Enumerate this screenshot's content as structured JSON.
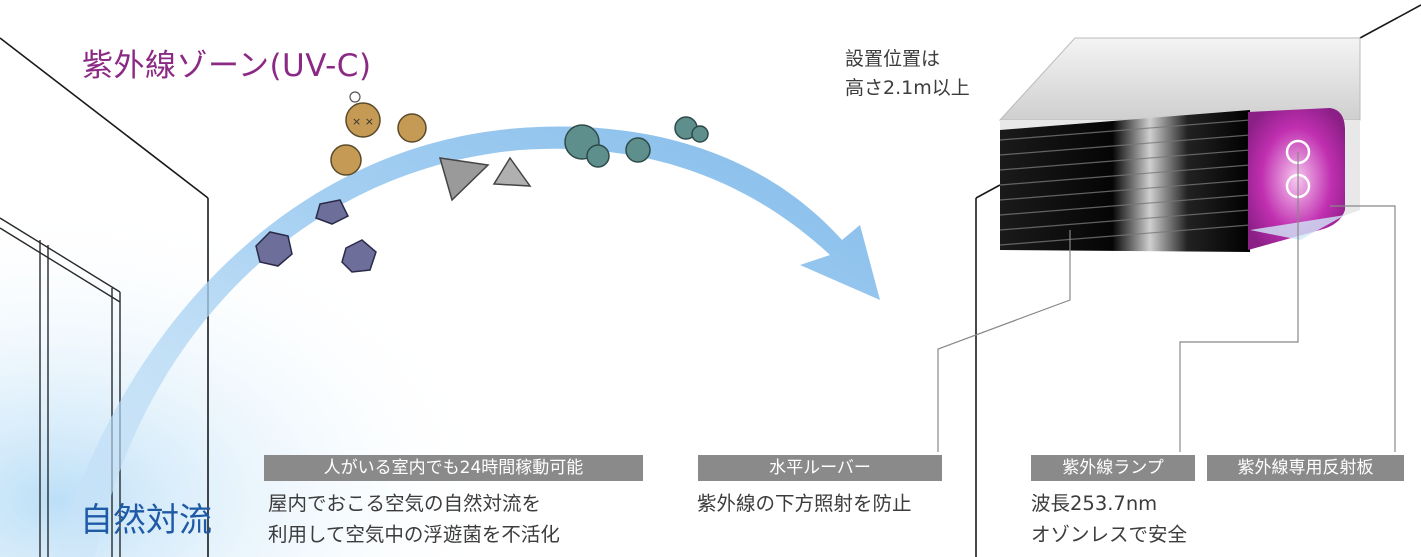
{
  "diagram": {
    "uv_zone_title": "紫外線ゾーン(UV-C)",
    "installation_note": [
      "設置位置は",
      "高さ2.1m以上"
    ],
    "convection_label": "自然対流",
    "callouts": {
      "operation": {
        "tag": "人がいる室内でも24時間稼動可能",
        "lines": [
          "屋内でおこる空気の自然対流を",
          "利用して空気中の浮遊菌を不活化"
        ]
      },
      "louver": {
        "tag": "水平ルーバー",
        "lines": [
          "紫外線の下方照射を防止"
        ]
      },
      "lamp": {
        "tag": "紫外線ランプ",
        "lines": [
          "波長253.7nm",
          "オゾンレスで安全"
        ]
      },
      "reflector": {
        "tag": "紫外線専用反射板"
      }
    }
  },
  "colors": {
    "uv_purple": "#8b2a84",
    "uv_line": "#b04aa6",
    "airflow_blue": "#8ec4ee",
    "convection_text": "#1f5aa6",
    "tag_gray": "#8a8a8a",
    "germ_brown": "#c49a54",
    "germ_teal": "#5e8f8c",
    "germ_indigo": "#6d6e9a",
    "germ_gray": "#9a9a9a"
  }
}
